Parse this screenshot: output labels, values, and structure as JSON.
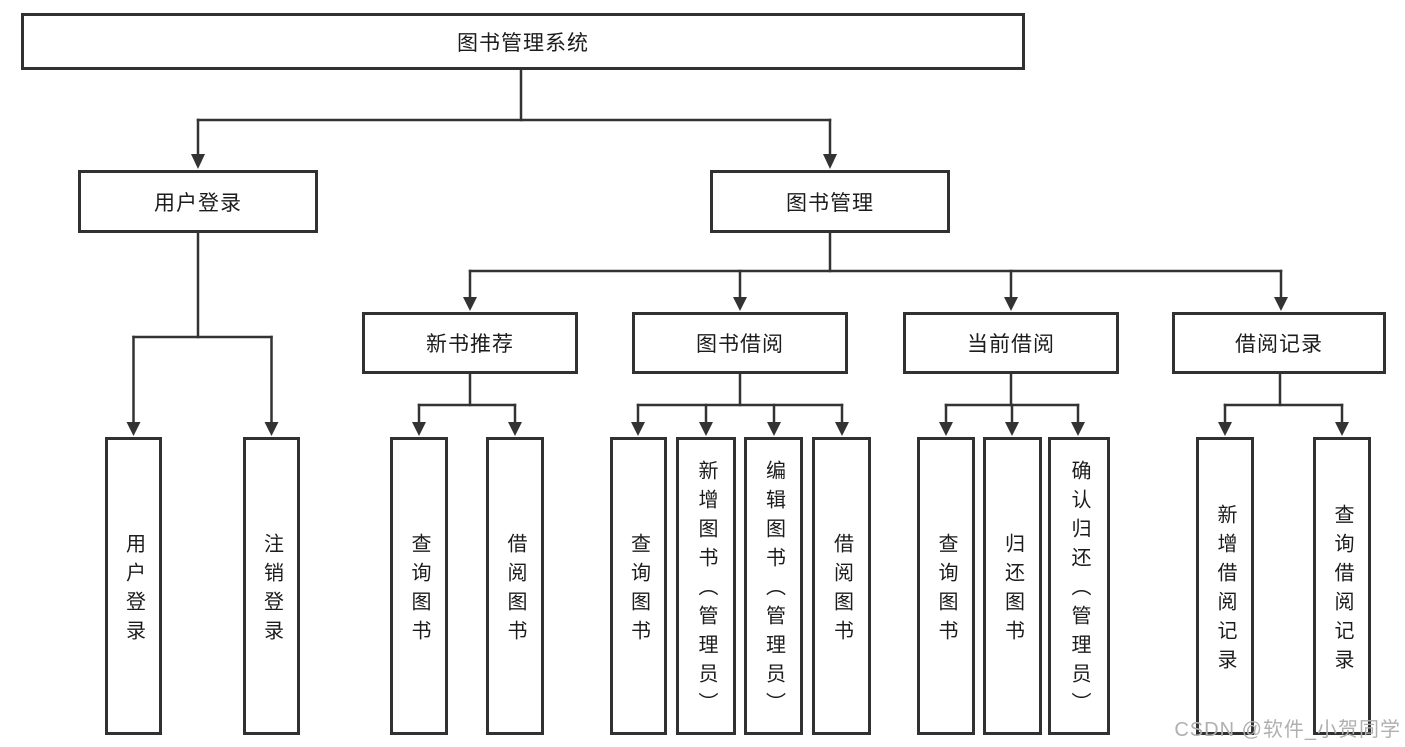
{
  "tree": {
    "label": "图书管理系统",
    "children": [
      {
        "label": "用户登录",
        "children": [
          {
            "label": "用户登录"
          },
          {
            "label": "注销登录"
          }
        ]
      },
      {
        "label": "图书管理",
        "children": [
          {
            "label": "新书推荐",
            "children": [
              {
                "label": "查询图书"
              },
              {
                "label": "借阅图书"
              }
            ]
          },
          {
            "label": "图书借阅",
            "children": [
              {
                "label": "查询图书"
              },
              {
                "label": "新增图书（管理员）"
              },
              {
                "label": "编辑图书（管理员）"
              },
              {
                "label": "借阅图书"
              }
            ]
          },
          {
            "label": "当前借阅",
            "children": [
              {
                "label": "查询图书"
              },
              {
                "label": "归还图书"
              },
              {
                "label": "确认归还（管理员）"
              }
            ]
          },
          {
            "label": "借阅记录",
            "children": [
              {
                "label": "新增借阅记录"
              },
              {
                "label": "查询借阅记录"
              }
            ]
          }
        ]
      }
    ]
  },
  "watermark": {
    "text": "CSDN @软件_小贺同学"
  },
  "colors": {
    "background": "#ffffff",
    "line": "#333333",
    "box_border": "#313131",
    "text": "#1c1c1c",
    "watermark": "#b0b0b0"
  }
}
